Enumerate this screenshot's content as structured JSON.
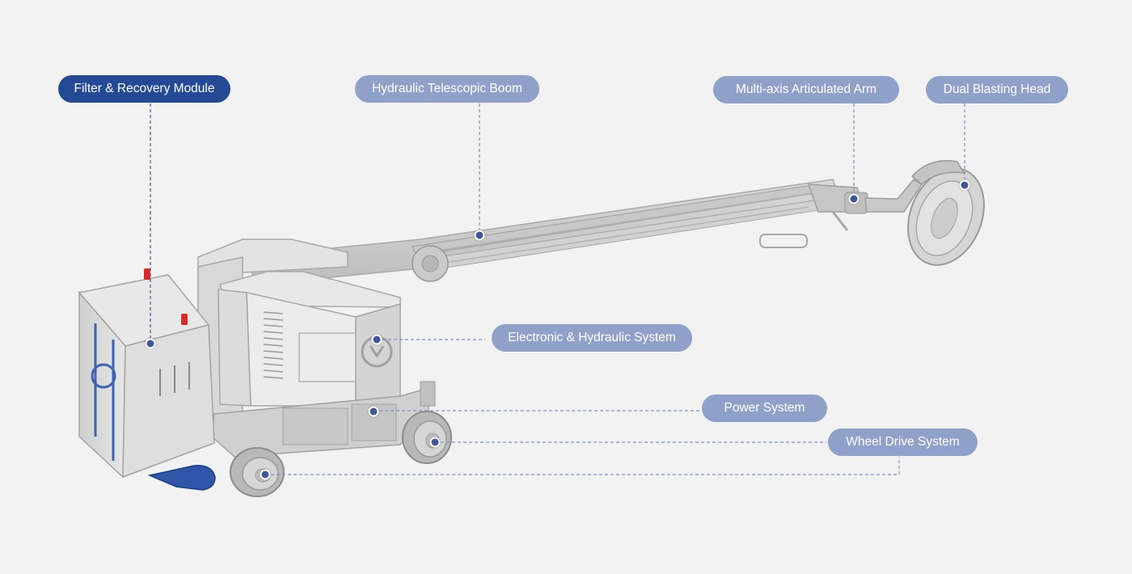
{
  "colors": {
    "pill_inactive": "#8fa0c9",
    "pill_active": "#244a96",
    "leader_line": "#7f93c4",
    "dot": "#3f5797"
  },
  "labels": [
    {
      "id": "filter-recovery",
      "text": "Filter & Recovery Module",
      "active": true
    },
    {
      "id": "hydraulic-boom",
      "text": "Hydraulic Telescopic Boom",
      "active": false
    },
    {
      "id": "articulated-arm",
      "text": "Multi-axis Articulated Arm",
      "active": false
    },
    {
      "id": "blasting-head",
      "text": "Dual Blasting Head",
      "active": false
    },
    {
      "id": "electronic-hydraulic",
      "text": "Electronic & Hydraulic System",
      "active": false
    },
    {
      "id": "power-system",
      "text": "Power System",
      "active": false
    },
    {
      "id": "wheel-drive",
      "text": "Wheel Drive System",
      "active": false
    }
  ]
}
